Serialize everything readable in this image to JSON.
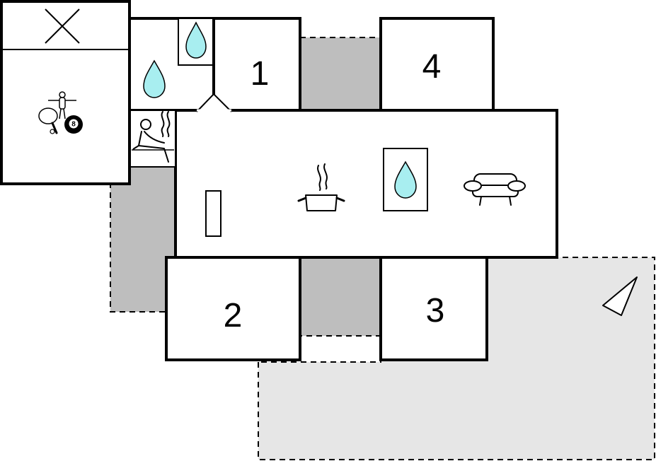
{
  "rooms": {
    "bedroom_1": "1",
    "bedroom_2": "2",
    "bedroom_3": "3",
    "bedroom_4": "4"
  },
  "billiard_ball": "8",
  "colors": {
    "wall": "#000000",
    "floor": "#ffffff",
    "covered_terrace": "#bebebe",
    "open_terrace": "#e6e6e6",
    "water": "#a8eef0"
  },
  "icons": [
    "cross-icon",
    "foosball-icon",
    "ping-pong-icon",
    "billiard-ball-icon",
    "water-drop-icon",
    "sauna-icon",
    "cooking-pot-icon",
    "sofa-icon",
    "compass-arrow-icon"
  ]
}
